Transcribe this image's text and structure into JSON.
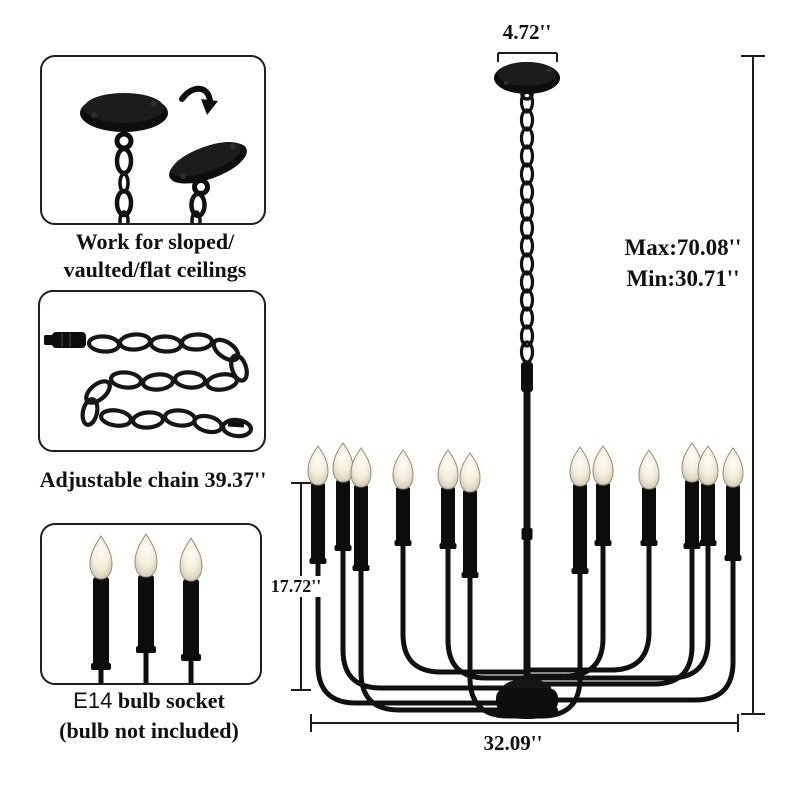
{
  "annotations": {
    "canopy_width": "4.72''",
    "height_max": "Max:70.08''",
    "height_min": "Min:30.71''",
    "candle_height": "17.72''",
    "fixture_width": "32.09''"
  },
  "features": [
    {
      "line1": "Work for sloped/",
      "line2": "vaulted/flat ceilings"
    },
    {
      "line1": "Adjustable chain 39.37''"
    },
    {
      "prefix": "E14",
      "rest": " bulb socket",
      "line2": "(bulb not included)"
    }
  ],
  "icons": [
    {
      "name": "sloped-ceiling-canopy-icon"
    },
    {
      "name": "adjustable-chain-icon"
    },
    {
      "name": "e14-bulb-socket-icon"
    },
    {
      "name": "curved-rotation-arrow-icon"
    }
  ],
  "colors": {
    "fixture_black": "#111111",
    "text": "#111111",
    "background": "#ffffff",
    "bulb_warm": "#f3ecd9"
  }
}
